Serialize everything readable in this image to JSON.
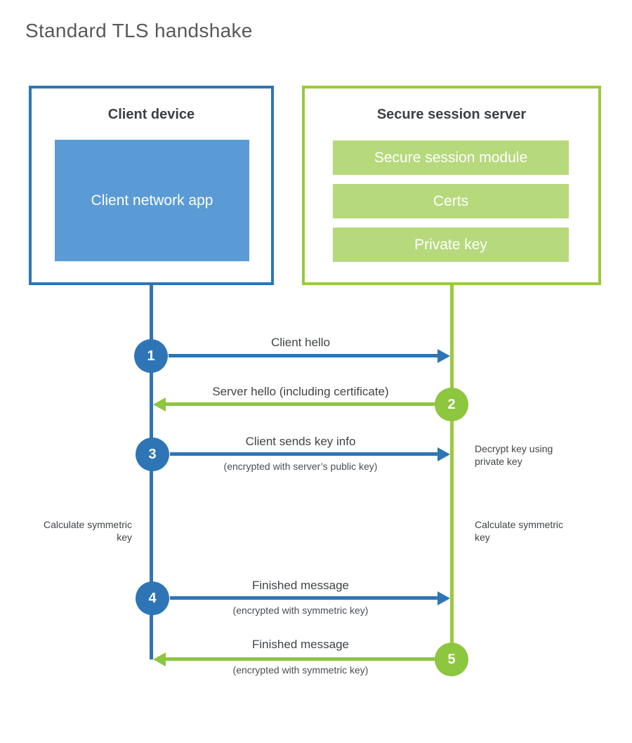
{
  "title": "Standard TLS handshake",
  "colors": {
    "blue": "#2e75b6",
    "blue_light": "#5b9bd5",
    "green": "#8dc63f",
    "green_border": "#9aca3c",
    "green_light": "#b6d97c",
    "text_dark": "#404447",
    "title_gray": "#595959"
  },
  "client_box": {
    "title": "Client device",
    "app_label": "Client network app"
  },
  "server_box": {
    "title": "Secure session server",
    "modules": [
      "Secure session module",
      "Certs",
      "Private key"
    ]
  },
  "steps": [
    {
      "num": "1",
      "label": "Client hello",
      "direction": "client-to-server"
    },
    {
      "num": "2",
      "label": "Server hello (including certificate)",
      "direction": "server-to-client"
    },
    {
      "num": "3",
      "label": "Client sends key info",
      "sub": "(encrypted with server’s public key)",
      "direction": "client-to-server"
    },
    {
      "num": "4",
      "label": "Finished message",
      "sub": "(encrypted with symmetric key)",
      "direction": "client-to-server"
    },
    {
      "num": "5",
      "label": "Finished message",
      "sub": "(encrypted with symmetric key)",
      "direction": "server-to-client"
    }
  ],
  "side_notes": {
    "client_calculate": "Calculate symmetric key",
    "server_decrypt": "Decrypt key using private key",
    "server_calculate": "Calculate symmetric key"
  }
}
